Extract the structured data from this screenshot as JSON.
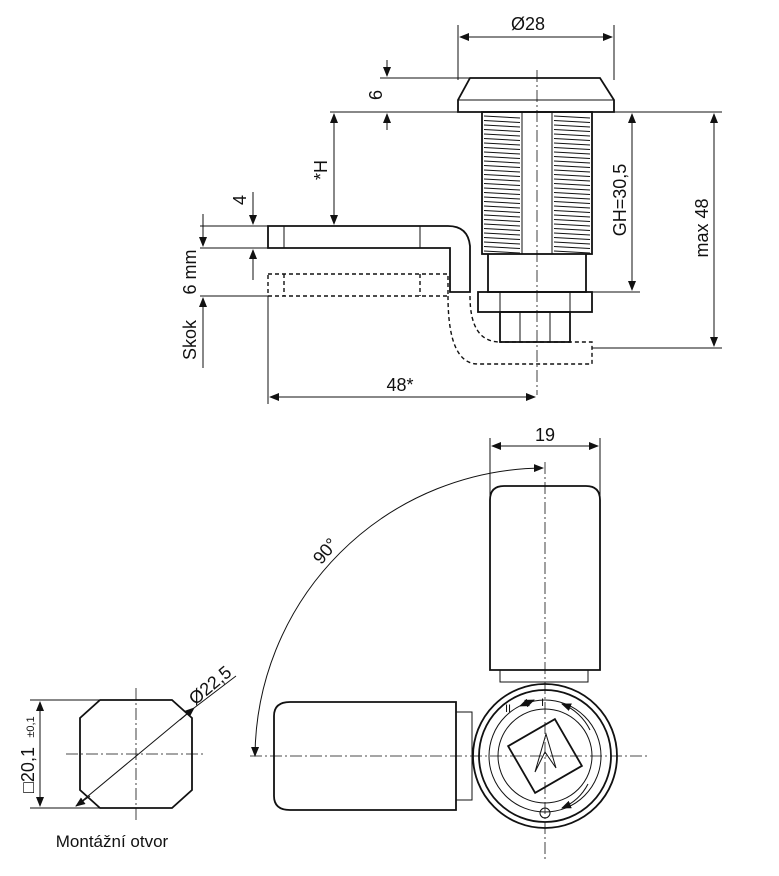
{
  "dimensions": {
    "diameter_top": "Ø28",
    "flange_height": "6",
    "h_label": "*H",
    "cam_thickness": "4",
    "travel_label": "6 mm",
    "skok_label": "Skok",
    "thread_length": "GH=30,5",
    "max_length": "max 48",
    "cam_length": "48*",
    "cam_width": "19",
    "rotation_angle": "90°",
    "hole_diameter": "Ø22,5",
    "hole_square": "□20,1",
    "hole_tolerance": "±0,1"
  },
  "caption": "Montážní otvor",
  "key_symbols": {
    "position_2": "II",
    "position_1": "I"
  }
}
